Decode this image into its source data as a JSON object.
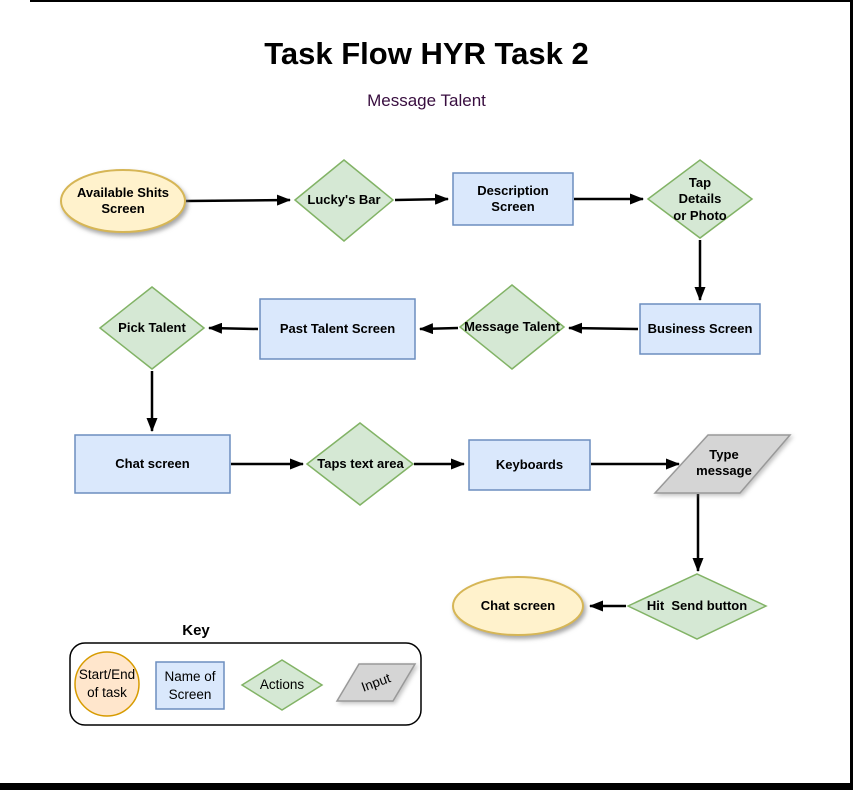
{
  "page": {
    "title": "Task Flow HYR Task 2",
    "subtitle": "Message Talent"
  },
  "colors": {
    "arrow": "#000000",
    "start_end_fill": "#FFF2CC",
    "start_end_stroke": "#D6B656",
    "screen_fill": "#DAE8FC",
    "screen_stroke": "#6C8EBF",
    "action_fill": "#D5E8D4",
    "action_stroke": "#82B366",
    "input_fill": "#D5D5D5",
    "input_stroke": "#999999",
    "key_start_fill": "#FFE6CC",
    "key_start_stroke": "#D79B00",
    "key_box_stroke": "#000000",
    "subtitle_color": "#380D3F"
  },
  "nodes": {
    "start": {
      "label": "Available Shits\nScreen",
      "type": "start-end"
    },
    "luckys_bar": {
      "label": "Lucky's Bar",
      "type": "action"
    },
    "description_screen": {
      "label": "Description\nScreen",
      "type": "screen"
    },
    "tap_details": {
      "label": "Tap\nDetails\nor Photo",
      "type": "action"
    },
    "business_screen": {
      "label": "Business Screen",
      "type": "screen"
    },
    "message_talent": {
      "label": "Message Talent",
      "type": "action"
    },
    "past_talent_screen": {
      "label": "Past Talent Screen",
      "type": "screen"
    },
    "pick_talent": {
      "label": "Pick Talent",
      "type": "action"
    },
    "chat_screen": {
      "label": "Chat screen",
      "type": "screen"
    },
    "taps_text_area": {
      "label": "Taps text area",
      "type": "action"
    },
    "keyboards": {
      "label": "Keyboards",
      "type": "screen"
    },
    "type_message": {
      "label": "Type\nmessage",
      "type": "input"
    },
    "hit_send_button": {
      "label": "Hit  Send button",
      "type": "action"
    },
    "chat_screen_end": {
      "label": "Chat screen",
      "type": "start-end"
    }
  },
  "key": {
    "title": "Key",
    "items": [
      {
        "label": "Start/End\nof task",
        "type": "start-end"
      },
      {
        "label": "Name of\nScreen",
        "type": "screen"
      },
      {
        "label": "Actions",
        "type": "action"
      },
      {
        "label": "Input",
        "type": "input"
      }
    ]
  }
}
